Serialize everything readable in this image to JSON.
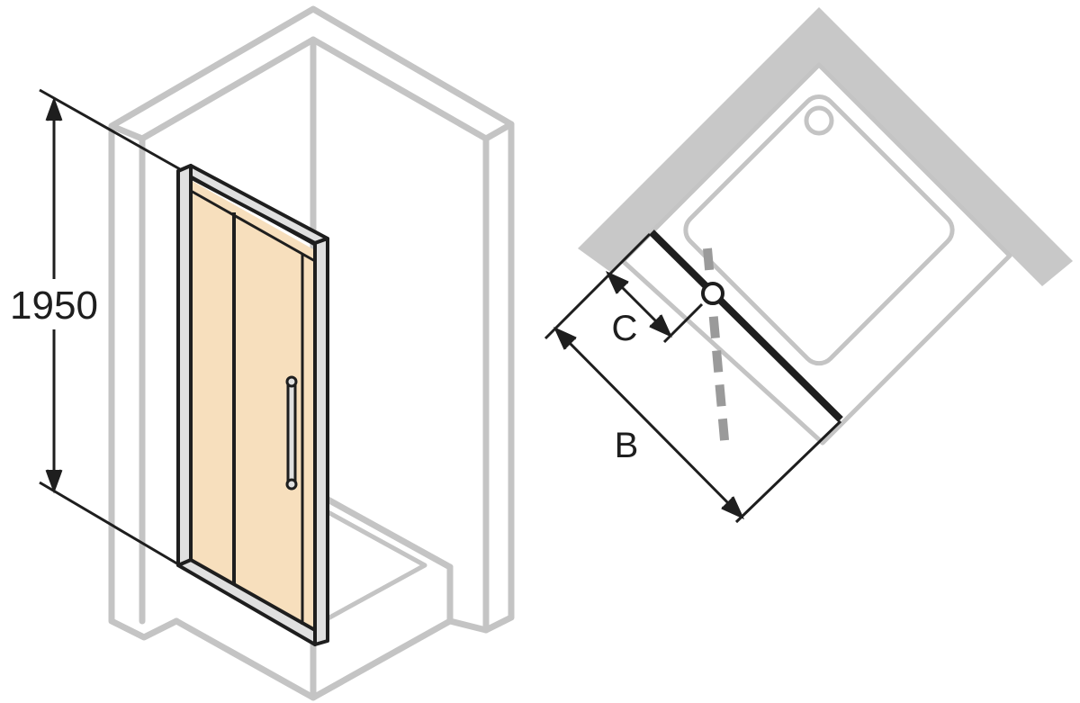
{
  "labels": {
    "height": "1950",
    "dim_c": "C",
    "dim_b": "B"
  },
  "colors": {
    "room_outline": "#c4c4c4",
    "wall_fill": "#c8c8c8",
    "glass_fill": "#f7dfbd",
    "frame_fill": "#e0e0e0",
    "ink": "#1e1e1e",
    "door_swing": "#9a9a9a"
  }
}
